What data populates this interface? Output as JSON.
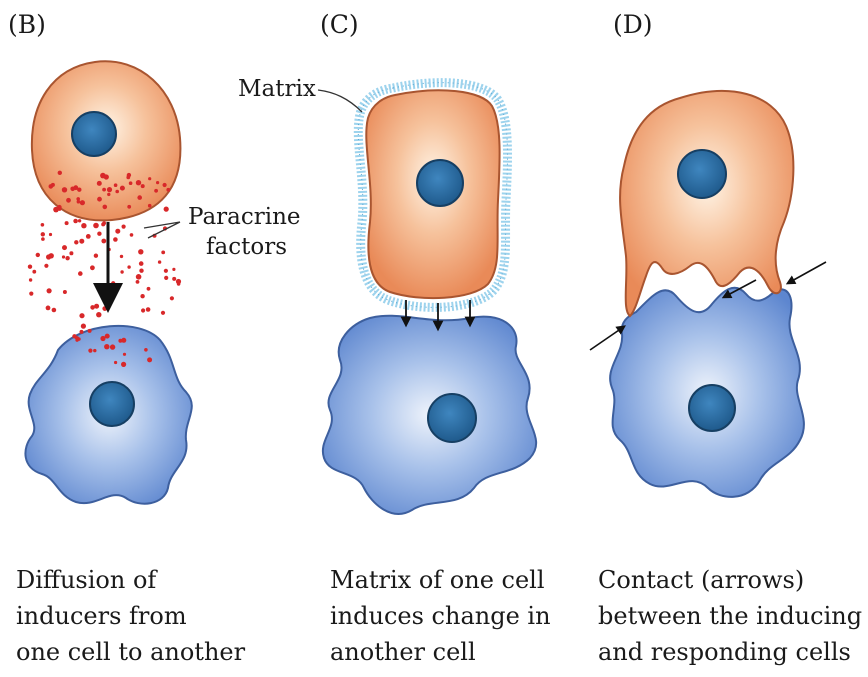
{
  "panels": {
    "b": {
      "label": "(B)",
      "callout": [
        "Paracrine",
        "factors"
      ],
      "caption": [
        "Diffusion of",
        "inducers from",
        "one cell to another"
      ]
    },
    "c": {
      "label": "(C)",
      "callout": "Matrix",
      "caption": [
        "Matrix of one cell",
        "induces change in",
        "another cell"
      ]
    },
    "d": {
      "label": "(D)",
      "caption": [
        "Contact (arrows)",
        "between the inducing",
        "and responding cells"
      ]
    }
  },
  "colors": {
    "inducing_cell": "#f0a06e",
    "responding_cell": "#6f95d8",
    "nucleus": "#2a6a9e",
    "paracrine_dots": "#d8282a",
    "matrix": "#7ec3e6"
  }
}
